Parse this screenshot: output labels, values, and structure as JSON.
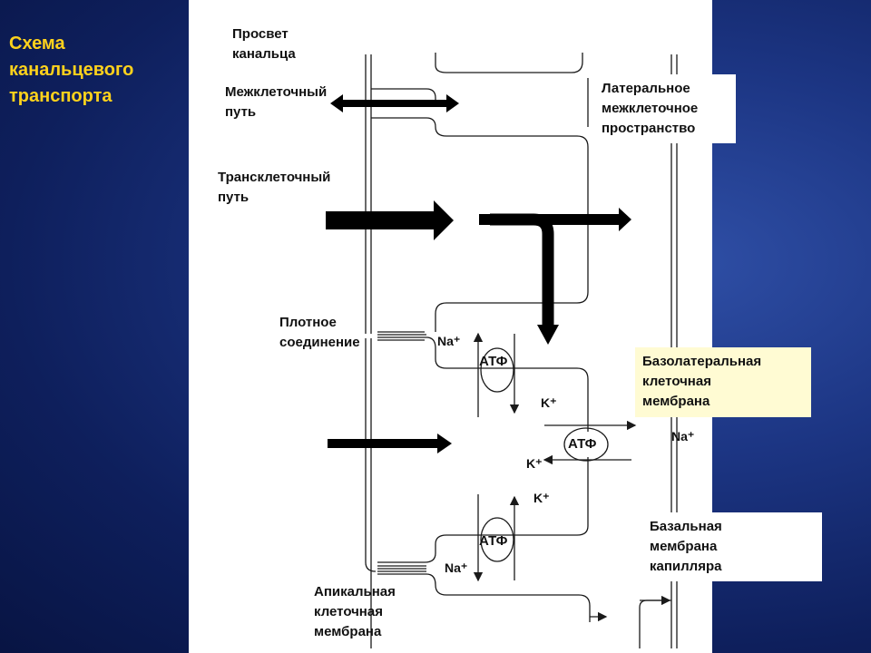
{
  "slide": {
    "title_lines": [
      "Схема",
      "канальцевого",
      "транспорта"
    ]
  },
  "labels": {
    "lumen": [
      "Просвет",
      "канальца"
    ],
    "intercellular_path": [
      "Межклеточный",
      "путь"
    ],
    "transcellular_path": [
      "Трансклеточный",
      "путь"
    ],
    "tight_junction": [
      "Плотное",
      "соединение"
    ],
    "apical_membrane": [
      "Апикальная",
      "клеточная",
      "мембрана"
    ],
    "lateral_space": [
      "Латеральное",
      "межклеточное",
      "пространство"
    ],
    "basolateral_membrane": [
      "Базолатеральная",
      "клеточная",
      "мембрана"
    ],
    "capillary_basal_membrane": [
      "Базальная",
      "мембрана",
      "капилляра"
    ]
  },
  "ions": {
    "na_top": "Na⁺",
    "k_top": "K⁺",
    "na_right": "Na⁺",
    "k_mid1": "K⁺",
    "k_mid2": "K⁺",
    "na_bottom": "Na⁺"
  },
  "pumps": {
    "atp_top": "АТФ",
    "atp_mid": "АТФ",
    "atp_bottom": "АТФ"
  },
  "colors": {
    "title": "#ffd21c",
    "background": "#1c3583",
    "yellow_box": "#fffbd3"
  }
}
